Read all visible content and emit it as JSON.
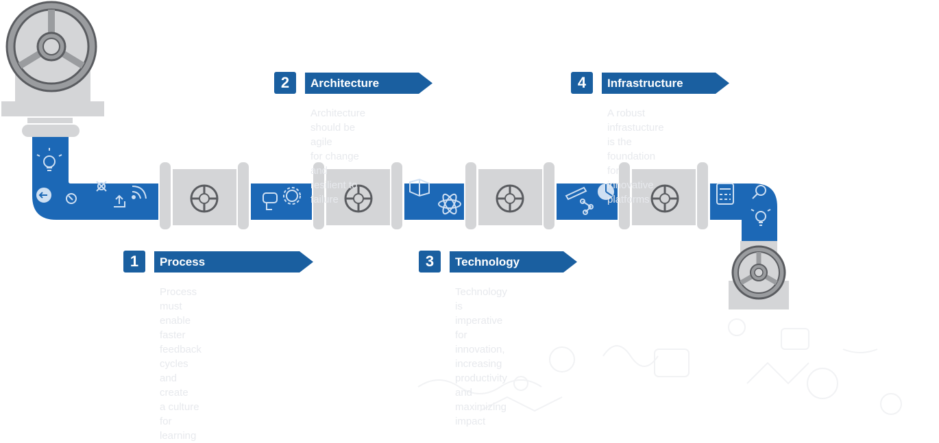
{
  "colors": {
    "accent_blue": "#1a5fa0",
    "pipe_blue": "#1c68b6",
    "valve_gray": "#d4d5d7",
    "wheel_gray": "#9a9c9f",
    "outline": "#5a5c60",
    "desc_text": "#e7e9ed"
  },
  "steps": [
    {
      "number": "1",
      "title": "Process",
      "description": "Process must enable faster\nfeedback cycles and create\na culture for learning"
    },
    {
      "number": "2",
      "title": "Architecture",
      "description": "Architecture should be agile\nfor change and resilient to failure"
    },
    {
      "number": "3",
      "title": "Technology",
      "description": "Technology is imperative for\ninnovation, increasing productivity\nand maximizing impact"
    },
    {
      "number": "4",
      "title": "Infrastructure",
      "description": "A robust infrastucture is the\nfoundation for innovative platforms"
    }
  ],
  "icons": [
    "lightbulb-icon",
    "back-arrow-icon",
    "recycle-icon",
    "bug-icon",
    "upload-icon",
    "wifi-icon",
    "chat-icon",
    "gear-icon",
    "cube-icon",
    "atom-icon",
    "pencil-icon",
    "network-icon",
    "pie-chart-icon",
    "calculator-icon",
    "search-icon"
  ]
}
